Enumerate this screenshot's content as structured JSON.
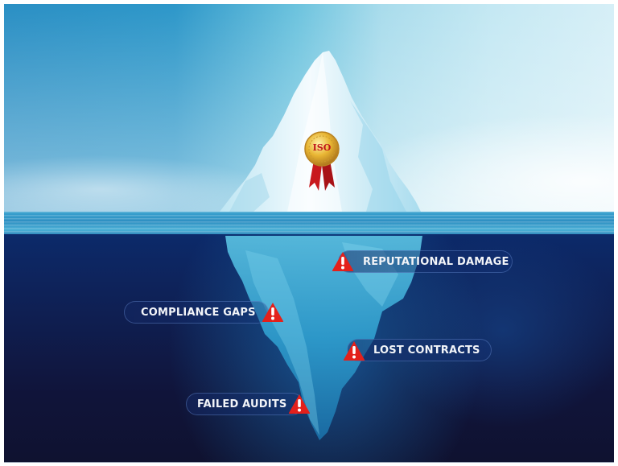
{
  "scene": {
    "description": "Iceberg with ISO medal above water; hidden risks below water",
    "colors": {
      "sky_left": "#2a8fc4",
      "sky_right": "#d6eff7",
      "deep_water": "#0f1230",
      "ice_light": "#e8f6fb",
      "ice_under": "#3ab0d8",
      "warning_red": "#e3201b",
      "label_text": "#f2f4f8"
    }
  },
  "medal": {
    "label": "ISO",
    "icon": "medal-icon"
  },
  "risks": [
    {
      "label": "REPUTATIONAL DAMAGE",
      "icon": "warning-icon",
      "icon_side": "left"
    },
    {
      "label": "COMPLIANCE GAPS",
      "icon": "warning-icon",
      "icon_side": "right"
    },
    {
      "label": "LOST CONTRACTS",
      "icon": "warning-icon",
      "icon_side": "left"
    },
    {
      "label": "FAILED AUDITS",
      "icon": "warning-icon",
      "icon_side": "right"
    }
  ]
}
